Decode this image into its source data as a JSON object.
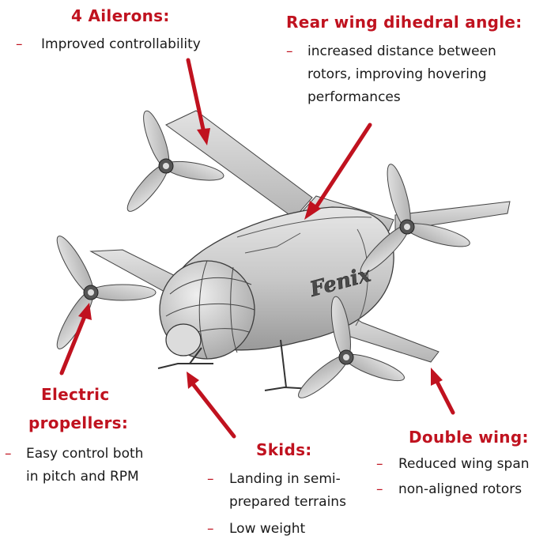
{
  "colors": {
    "accent": "#c0121f",
    "text": "#1a1a1a",
    "body": "#c9c9c9",
    "outline": "#3c3c3c"
  },
  "aircraft_label": "Fenix",
  "callouts": {
    "ailerons": {
      "title": "4 Ailerons:",
      "bullets": [
        "Improved controllability"
      ]
    },
    "rear_wing": {
      "title": "Rear wing dihedral angle:",
      "bullets": [
        "increased distance between rotors, improving hovering performances"
      ],
      "lines": [
        "increased distance between",
        "rotors, improving hovering",
        "performances"
      ]
    },
    "electric": {
      "title_lines": [
        "Electric",
        "propellers:"
      ],
      "bullets": [
        "Easy control both in pitch and RPM"
      ],
      "lines": [
        "Easy control both",
        "in pitch and RPM"
      ]
    },
    "skids": {
      "title": "Skids:",
      "bullets": [
        "Landing in semi-prepared terrains",
        "Low weight"
      ],
      "lines": [
        "Landing in semi-",
        "prepared terrains"
      ]
    },
    "double_wing": {
      "title": "Double wing:",
      "bullets": [
        "Reduced wing span",
        "non-aligned rotors"
      ]
    }
  }
}
